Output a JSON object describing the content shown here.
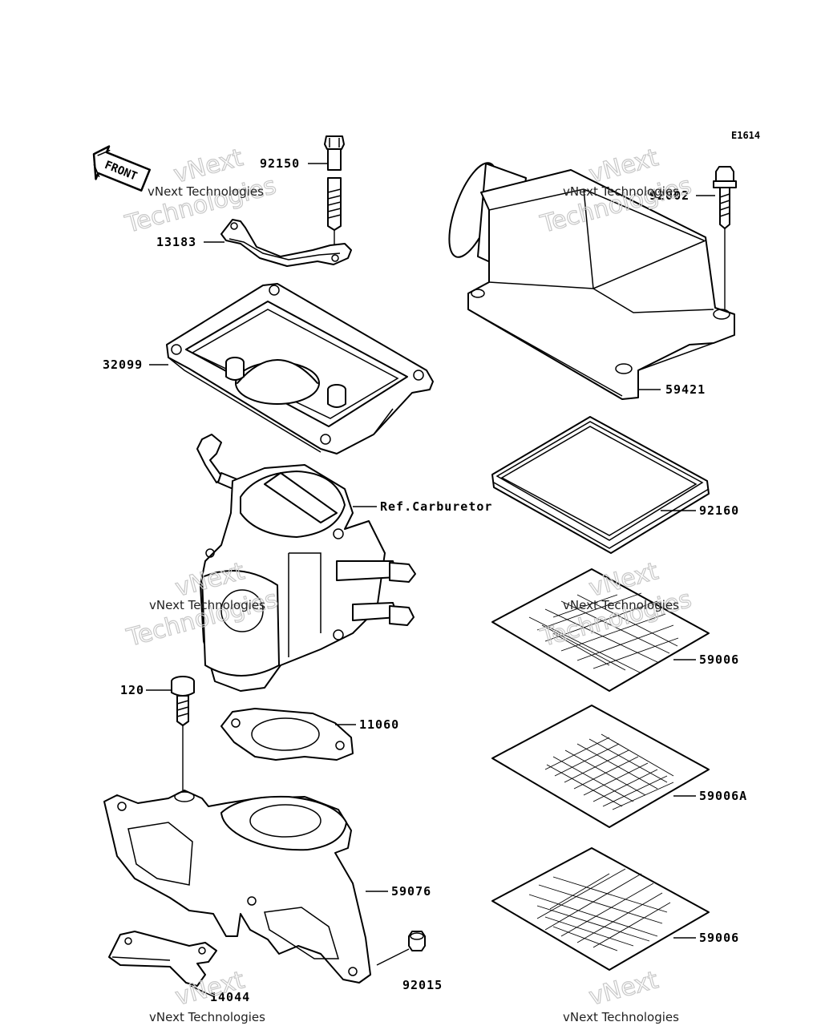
{
  "diagram_code": "E1614",
  "front_label": "FRONT",
  "watermark": {
    "line1": "vNext Technologies",
    "line2": "vNext",
    "line3": "Technologies"
  },
  "parts": [
    {
      "id": "p92150",
      "label": "92150"
    },
    {
      "id": "p13183",
      "label": "13183"
    },
    {
      "id": "p32099",
      "label": "32099"
    },
    {
      "id": "p92002",
      "label": "92002"
    },
    {
      "id": "p59421",
      "label": "59421"
    },
    {
      "id": "pCarb",
      "label": "Ref.Carburetor"
    },
    {
      "id": "p92160",
      "label": "92160"
    },
    {
      "id": "p59006a",
      "label": "59006"
    },
    {
      "id": "p120",
      "label": "120"
    },
    {
      "id": "p11060",
      "label": "11060"
    },
    {
      "id": "p59006A",
      "label": "59006A"
    },
    {
      "id": "p59076",
      "label": "59076"
    },
    {
      "id": "p59006b",
      "label": "59006"
    },
    {
      "id": "p92015",
      "label": "92015"
    },
    {
      "id": "p14044",
      "label": "14044"
    }
  ]
}
